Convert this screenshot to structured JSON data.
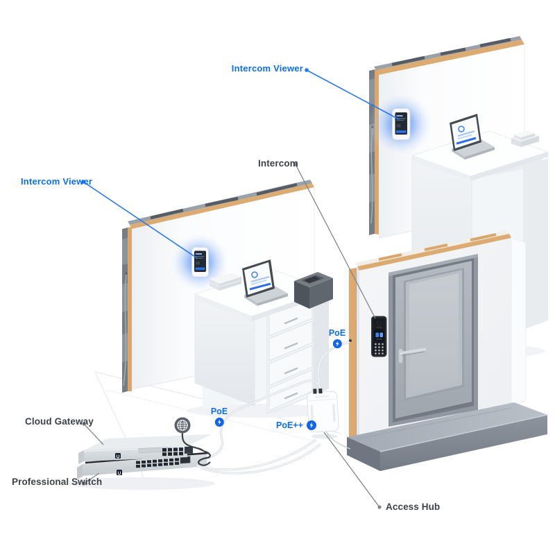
{
  "diagram": {
    "type": "isometric-network-topology",
    "labels": {
      "intercom_viewer_top": "Intercom Viewer",
      "intercom_viewer_left": "Intercom Viewer",
      "intercom": "Intercom",
      "poe_wall": "PoE",
      "poe_floor": "PoE",
      "poe_plus": "PoE++",
      "cloud_gateway": "Cloud Gateway",
      "professional_switch": "Professional Switch",
      "access_hub": "Access Hub"
    },
    "icons": {
      "poe_bolt": "lightning-bolt-in-blue-circle",
      "internet_globe": "globe"
    },
    "colors": {
      "accent_blue": "#0d6ef0",
      "label_dark": "#3d4248",
      "leader_gray": "#7c8187",
      "wood_tan": "#d9a76c",
      "stud_gray": "#767c83",
      "door_gray": "#9aa1a9",
      "concrete_gray": "#8a919b",
      "device_glow_blue": "#3b7ef0",
      "rack_silver": "#d6dade"
    }
  }
}
